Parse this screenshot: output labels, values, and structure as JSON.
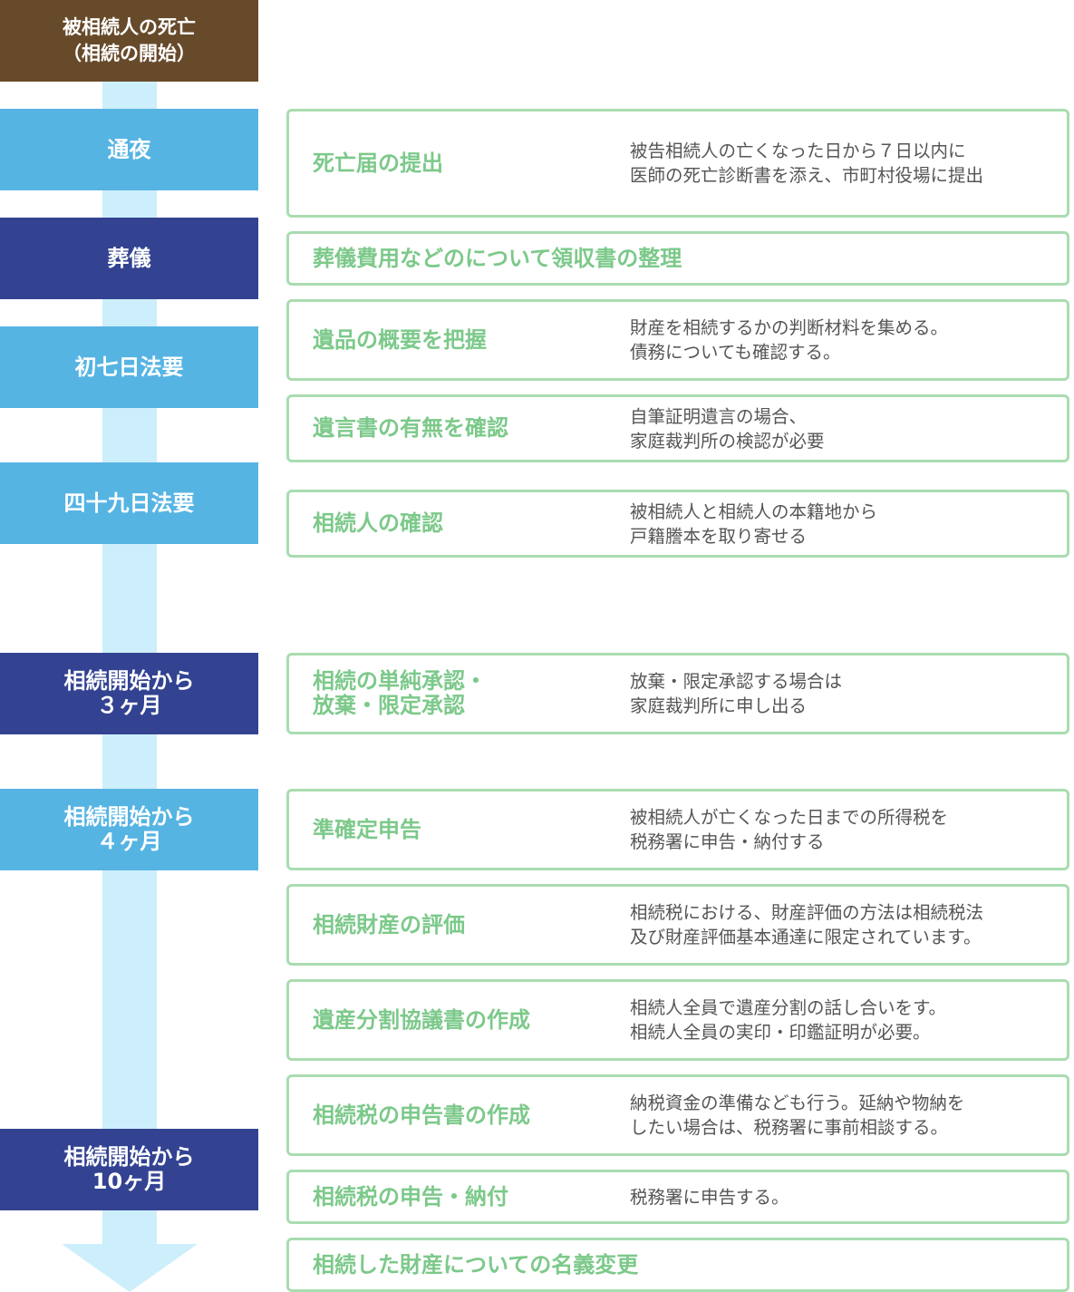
{
  "stages": [
    {
      "label": "被相続人の死亡\n（相続の開始）",
      "color": "#674a2a"
    },
    {
      "label": "通夜",
      "color": "#56b4e3"
    },
    {
      "label": "葬儀",
      "color": "#334392"
    },
    {
      "label": "初七日法要",
      "color": "#56b4e3"
    },
    {
      "label": "四十九日法要",
      "color": "#56b4e3"
    },
    {
      "label": "相続開始から\n３ヶ月",
      "color": "#334392"
    },
    {
      "label": "相続開始から\n４ヶ月",
      "color": "#56b4e3"
    },
    {
      "label": "相続開始から\n10ヶ月",
      "color": "#334392"
    }
  ],
  "tasks": [
    {
      "title": "死亡届の提出",
      "desc": "被告相続人の亡くなった日から７日以内に\n医師の死亡診断書を添え、市町村役場に提出"
    },
    {
      "title": "葬儀費用などのについて領収書の整理",
      "desc": ""
    },
    {
      "title": "遺品の概要を把握",
      "desc": "財産を相続するかの判断材料を集める。\n債務についても確認する。"
    },
    {
      "title": "遺言書の有無を確認",
      "desc": "自筆証明遺言の場合、\n家庭裁判所の検認が必要"
    },
    {
      "title": "相続人の確認",
      "desc": "被相続人と相続人の本籍地から\n戸籍謄本を取り寄せる"
    },
    {
      "title": "相続の単純承認・\n放棄・限定承認",
      "desc": "放棄・限定承認する場合は\n家庭裁判所に申し出る"
    },
    {
      "title": "準確定申告",
      "desc": "被相続人が亡くなった日までの所得税を\n税務署に申告・納付する"
    },
    {
      "title": "相続財産の評価",
      "desc": "相続税における、財産評価の方法は相続税法\n及び財産評価基本通達に限定されています。"
    },
    {
      "title": "遺産分割協議書の作成",
      "desc": "相続人全員で遺産分割の話し合いをす。\n相続人全員の実印・印鑑証明が必要。"
    },
    {
      "title": "相続税の申告書の作成",
      "desc": "納税資金の準備なども行う。延納や物納を\nしたい場合は、税務署に事前相談する。"
    },
    {
      "title": "相続税の申告・納付",
      "desc": "税務署に申告する。"
    },
    {
      "title": "相続した財産についての名義変更",
      "desc": ""
    }
  ],
  "colors": {
    "arrow": "#cdeefb",
    "box_border": "#a9dcb1",
    "title_text": "#7cc98a",
    "desc_text": "#555555"
  }
}
